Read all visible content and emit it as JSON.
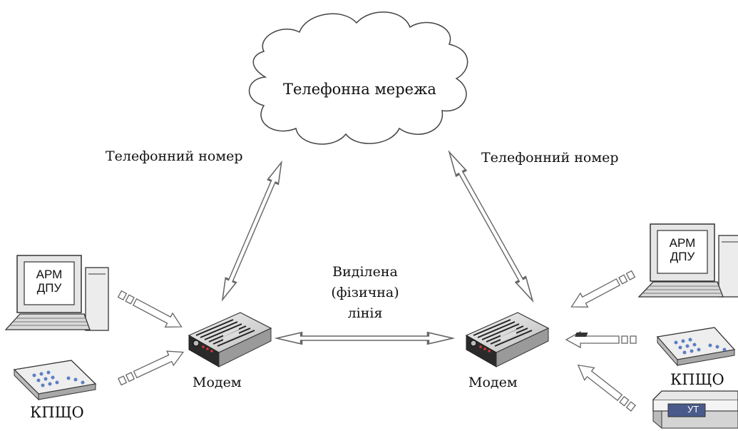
{
  "cloud": {
    "label": "Телефонна мережа"
  },
  "phone_left": {
    "label": "Телефонний номер"
  },
  "phone_right": {
    "label": "Телефонний номер"
  },
  "line": {
    "label_1": "Виділена",
    "label_2": "(фізична)",
    "label_3": "лінія"
  },
  "modem_left": {
    "label": "Модем"
  },
  "modem_right": {
    "label": "Модем"
  },
  "pc_left": {
    "line1": "АРМ",
    "line2": "ДПУ"
  },
  "pc_right": {
    "line1": "АРМ",
    "line2": "ДПУ"
  },
  "kpsho_left": {
    "label": "КПЩО"
  },
  "kpsho_right": {
    "label": "КПЩО"
  },
  "ut": {
    "label": "УТ"
  }
}
